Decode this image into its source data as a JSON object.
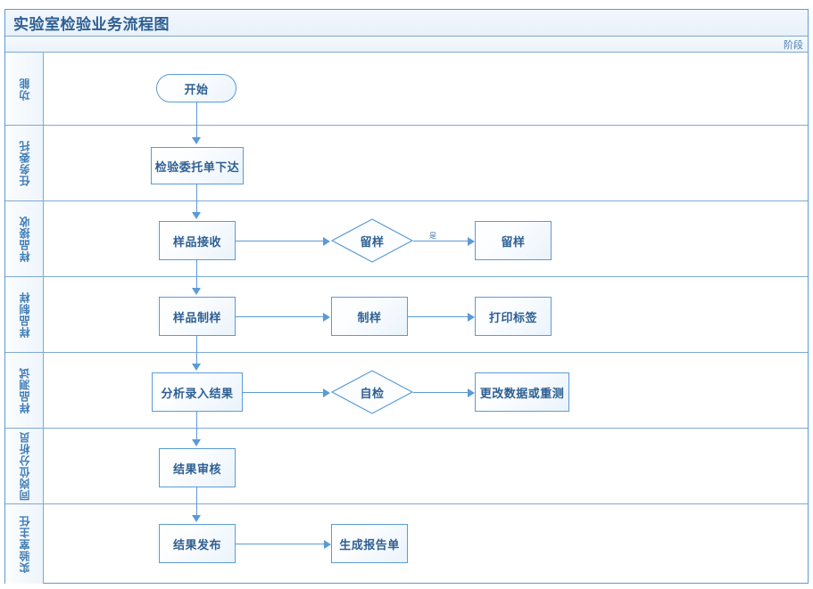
{
  "diagram": {
    "title": "实验室检验业务流程图",
    "stage_header": "阶段",
    "accent_color": "#5b9bd5",
    "text_color": "#2e5f92",
    "lanes": [
      {
        "id": "lane-function",
        "label": "功能"
      },
      {
        "id": "lane-task",
        "label": "任务委托"
      },
      {
        "id": "lane-receive",
        "label": "样品接收"
      },
      {
        "id": "lane-prepare",
        "label": "样品制样"
      },
      {
        "id": "lane-test",
        "label": "样品测试"
      },
      {
        "id": "lane-analyst",
        "label": "同岗位分析员"
      },
      {
        "id": "lane-director",
        "label": "实验室主任"
      }
    ],
    "nodes": {
      "start": {
        "label": "开始",
        "shape": "terminator"
      },
      "task_order": {
        "label": "检验委托单下达",
        "shape": "process"
      },
      "sample_receive": {
        "label": "样品接收",
        "shape": "process"
      },
      "retain_check": {
        "label": "留样",
        "shape": "decision"
      },
      "retain_do": {
        "label": "留样",
        "shape": "process"
      },
      "sample_prepare": {
        "label": "样品制样",
        "shape": "process"
      },
      "prepare_do": {
        "label": "制样",
        "shape": "process"
      },
      "print_label": {
        "label": "打印标签",
        "shape": "process"
      },
      "analyze_entry": {
        "label": "分析录入结果",
        "shape": "process"
      },
      "self_check": {
        "label": "自检",
        "shape": "decision"
      },
      "modify_retest": {
        "label": "更改数据或重测",
        "shape": "process"
      },
      "result_review": {
        "label": "结果审核",
        "shape": "process"
      },
      "result_publish": {
        "label": "结果发布",
        "shape": "process"
      },
      "make_report": {
        "label": "生成报告单",
        "shape": "process"
      }
    },
    "edge_labels": {
      "retain_yes": "是"
    }
  }
}
